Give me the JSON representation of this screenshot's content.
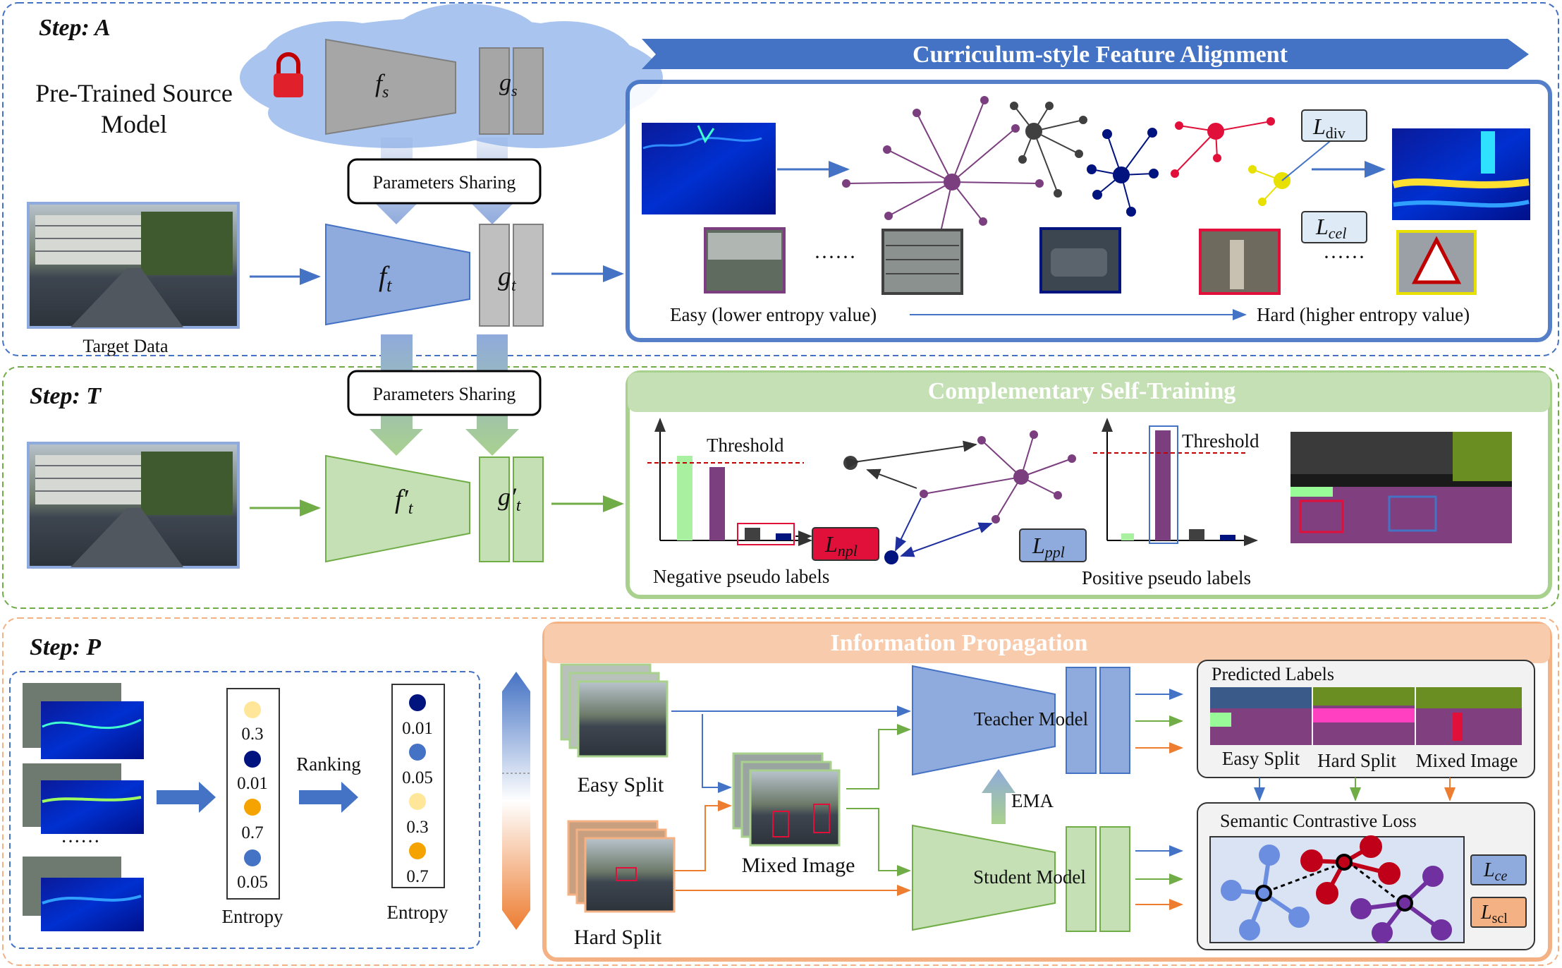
{
  "steps": {
    "a": "Step: A",
    "t": "Step: T",
    "p": "Step: P"
  },
  "step_a": {
    "source_model": [
      "Pre-Trained Source",
      "Model"
    ],
    "fs": "f",
    "fs_sub": "s",
    "gs": "g",
    "gs_sub": "s",
    "params_sharing": "Parameters Sharing",
    "ft": "f",
    "ft_sub": "t",
    "gt": "g",
    "gt_sub": "t",
    "target_data": "Target Data",
    "banner": "Curriculum-style Feature Alignment",
    "l_div": "L",
    "l_div_sub": "div",
    "l_cel": "L",
    "l_cel_sub": "cel",
    "dots": [
      "······",
      "······"
    ],
    "easy": "Easy (lower entropy value)",
    "hard": "Hard (higher entropy value)"
  },
  "step_t": {
    "params_sharing": "Parameters Sharing",
    "ft": "f′",
    "ft_sub": "t",
    "gt": "g′",
    "gt_sub": "t",
    "banner": "Complementary Self-Training",
    "threshold": "Threshold",
    "l_npl": "L",
    "l_npl_sub": "npl",
    "l_ppl": "L",
    "l_ppl_sub": "ppl",
    "negative": "Negative pseudo labels",
    "positive": "Positive pseudo labels"
  },
  "step_p": {
    "dots": "······",
    "entropy_before": [
      "0.3",
      "0.01",
      "0.7",
      "0.05"
    ],
    "entropy_after": [
      "0.01",
      "0.05",
      "0.3",
      "0.7"
    ],
    "entropy_label": "Entropy",
    "ranking": "Ranking",
    "banner": "Information Propagation",
    "easy_split": "Easy Split",
    "hard_split": "Hard Split",
    "mixed_image": "Mixed Image",
    "teacher": "Teacher Model",
    "student": "Student Model",
    "ema": "EMA",
    "predicted_labels": "Predicted Labels",
    "pred_easy": "Easy Split",
    "pred_hard": "Hard Split",
    "pred_mixed": "Mixed Image",
    "semantic_loss": "Semantic Contrastive Loss",
    "l_ce": "L",
    "l_ce_sub": "ce",
    "l_scl": "L",
    "l_scl_sub": "scl"
  },
  "colors": {
    "blue": "#4472c4",
    "green": "#70ad47",
    "orange": "#ed7d31",
    "purple": "#7b3f7f",
    "light_blue_fill": "#8faadc",
    "light_green_fill": "#c5e0b4"
  }
}
